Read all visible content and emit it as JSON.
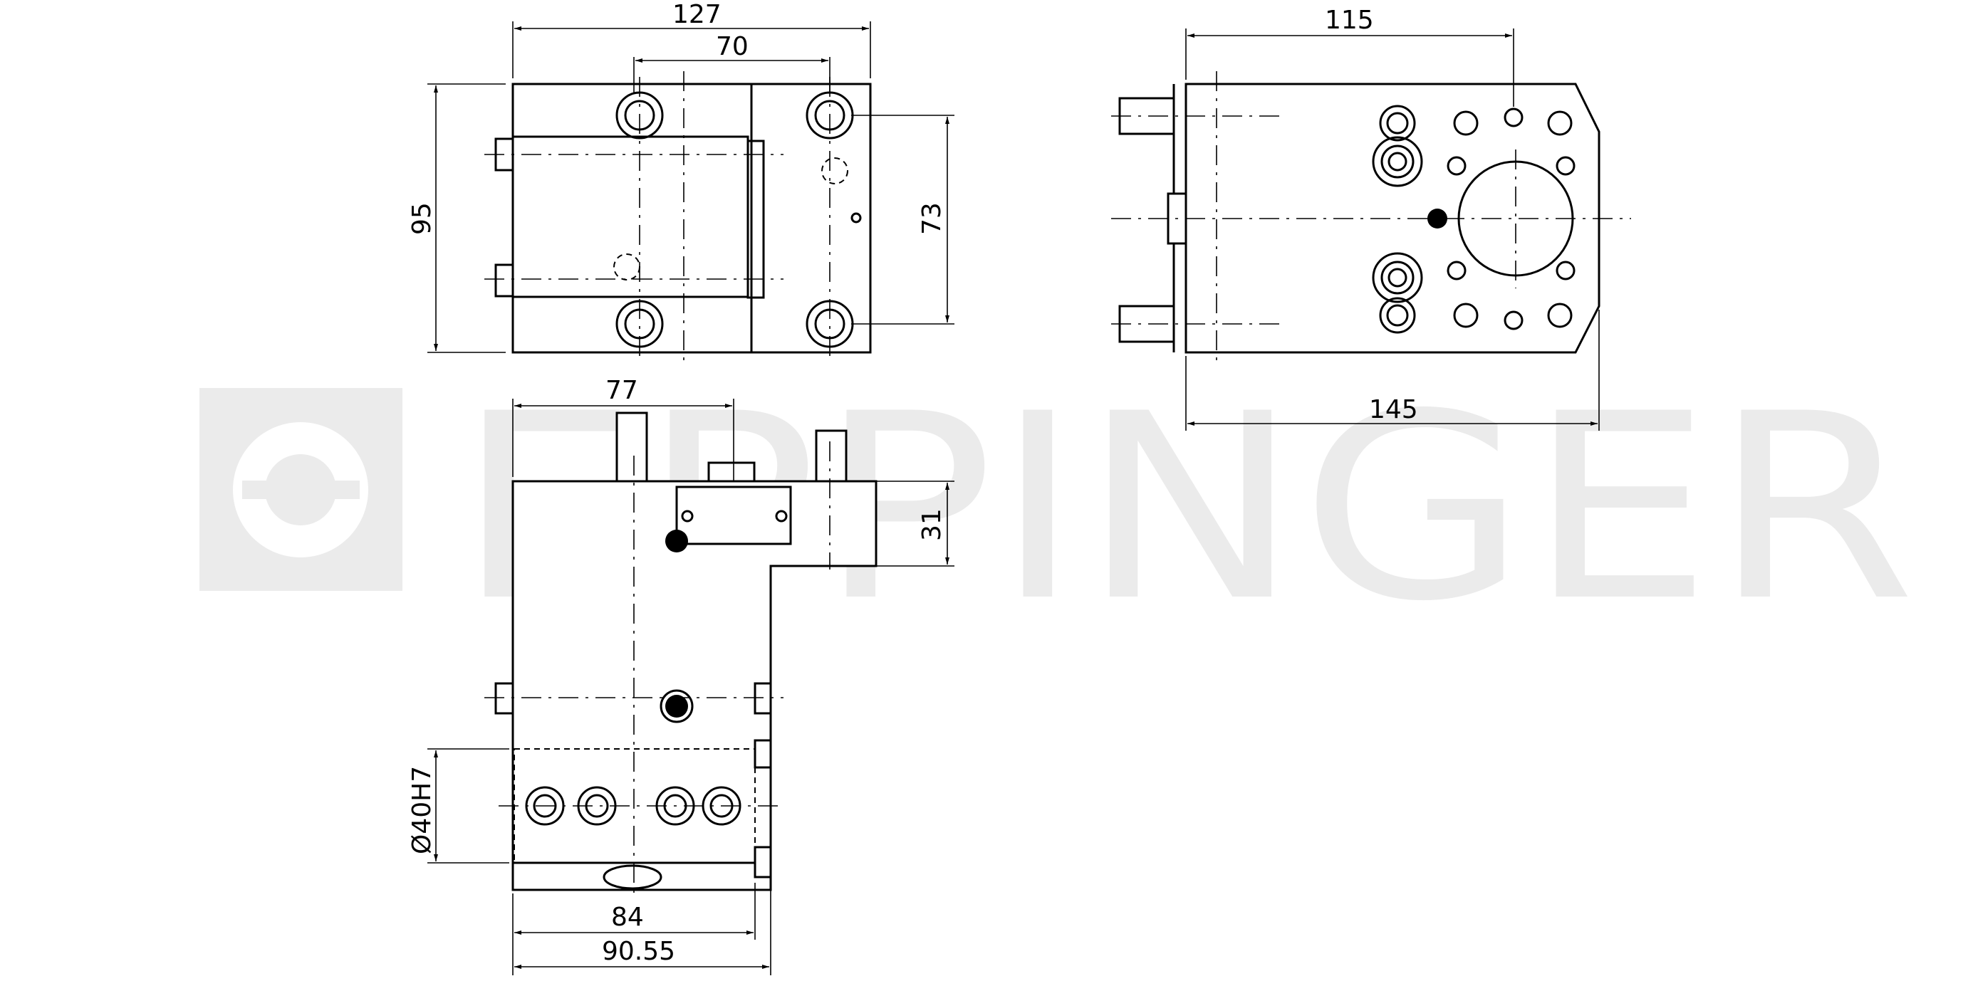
{
  "watermark": {
    "text": "EPPINGER",
    "color": "#ebebeb"
  },
  "dimensions": {
    "top_left_width": "127",
    "top_left_inner": "70",
    "top_left_height": "95",
    "top_left_right_height": "73",
    "top_right_top": "115",
    "top_right_bottom": "145",
    "bottom_top": "77",
    "bottom_right_height": "31",
    "bottom_bore": "Ø40H7",
    "bottom_width_inner": "84",
    "bottom_width_outer": "90.55"
  }
}
